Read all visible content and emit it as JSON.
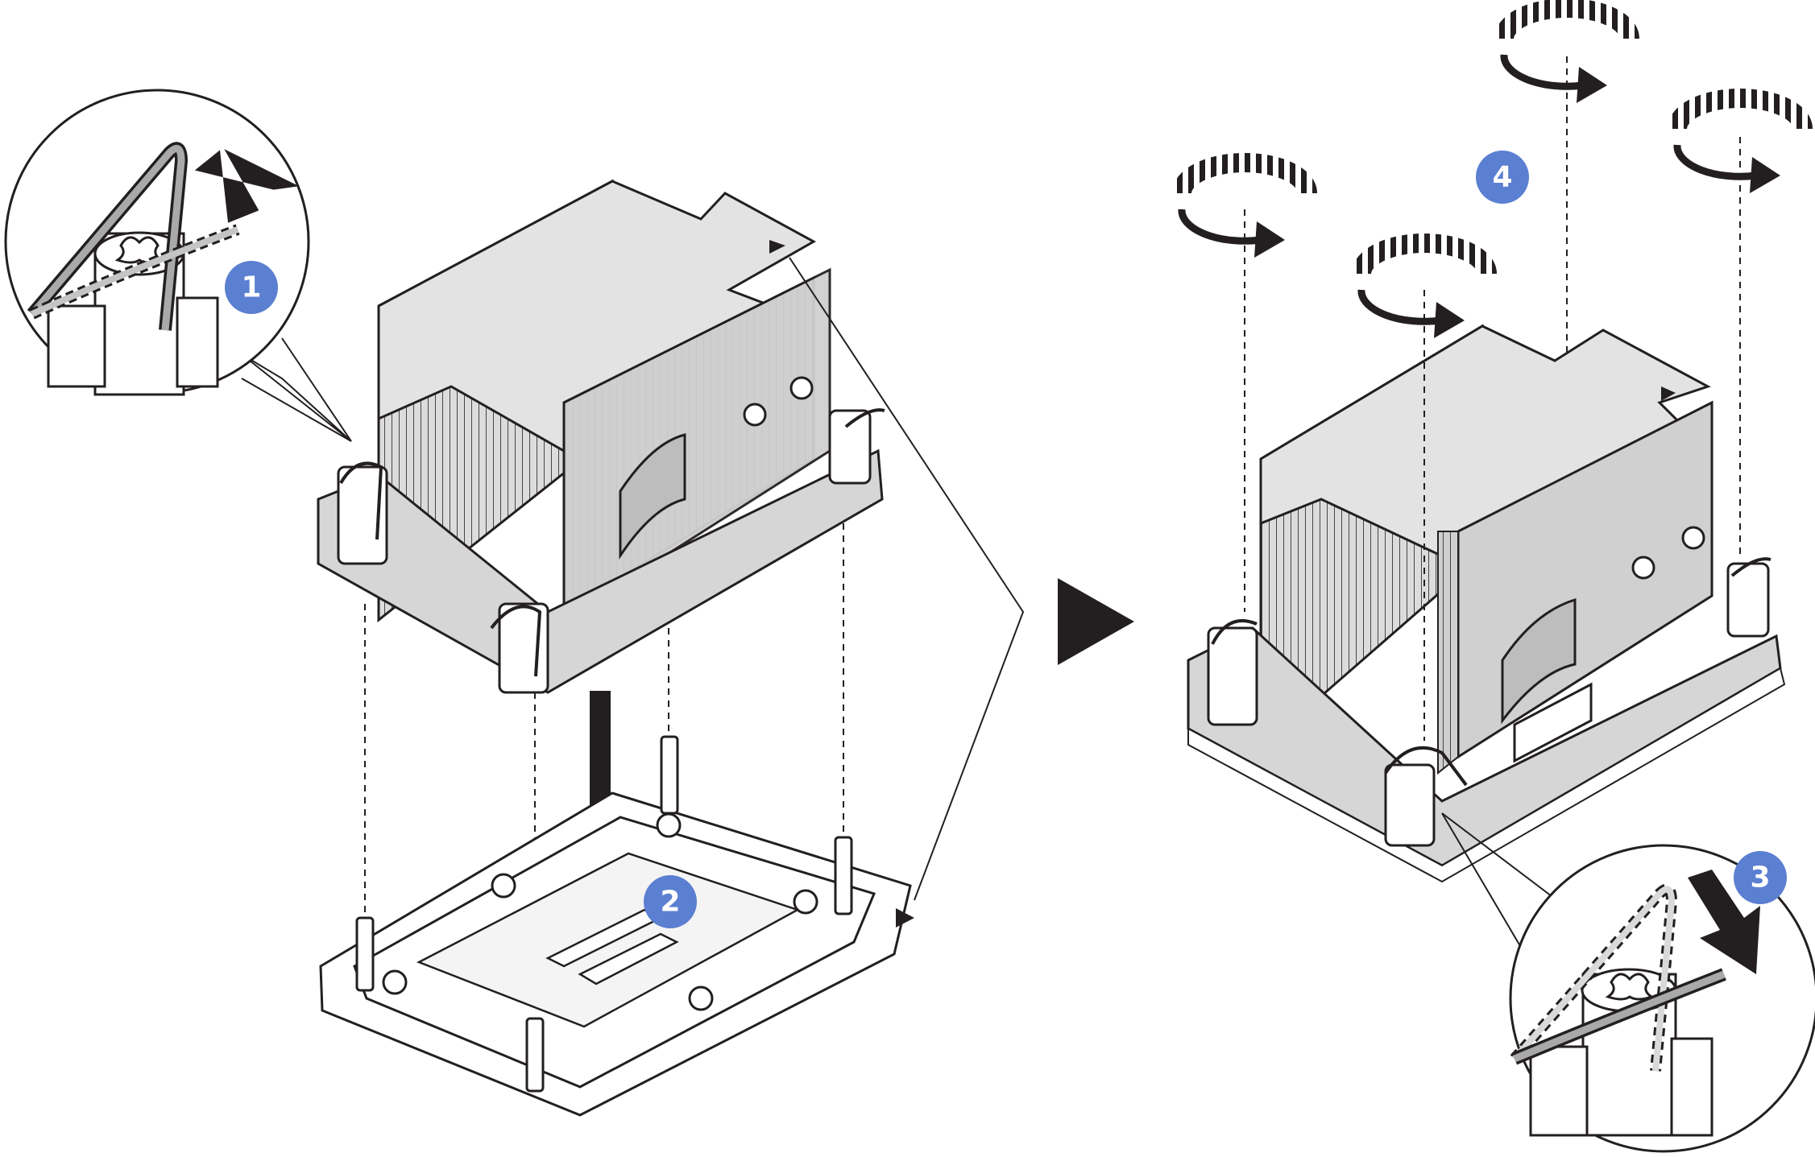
{
  "colors": {
    "line": "#231f20",
    "fin_light": "#d9d9d9",
    "fin_mid": "#c4c4c4",
    "top_plate": "#e3e3e3",
    "badge": "#5b7fd1",
    "arrow": "#231f20",
    "handle_gray": "#a9a9a9"
  },
  "steps": [
    {
      "id": "step-1",
      "label": "1"
    },
    {
      "id": "step-2",
      "label": "2"
    },
    {
      "id": "step-3",
      "label": "3"
    },
    {
      "id": "step-4",
      "label": "4"
    }
  ],
  "icons": {
    "detail_callout": "magnifier-circle-icon",
    "rotate_clockwise": "rotate-clockwise-icon",
    "push_down": "arrow-down-icon",
    "lift_handle": "arrow-up-icon",
    "next_stage": "play-triangle-icon"
  }
}
